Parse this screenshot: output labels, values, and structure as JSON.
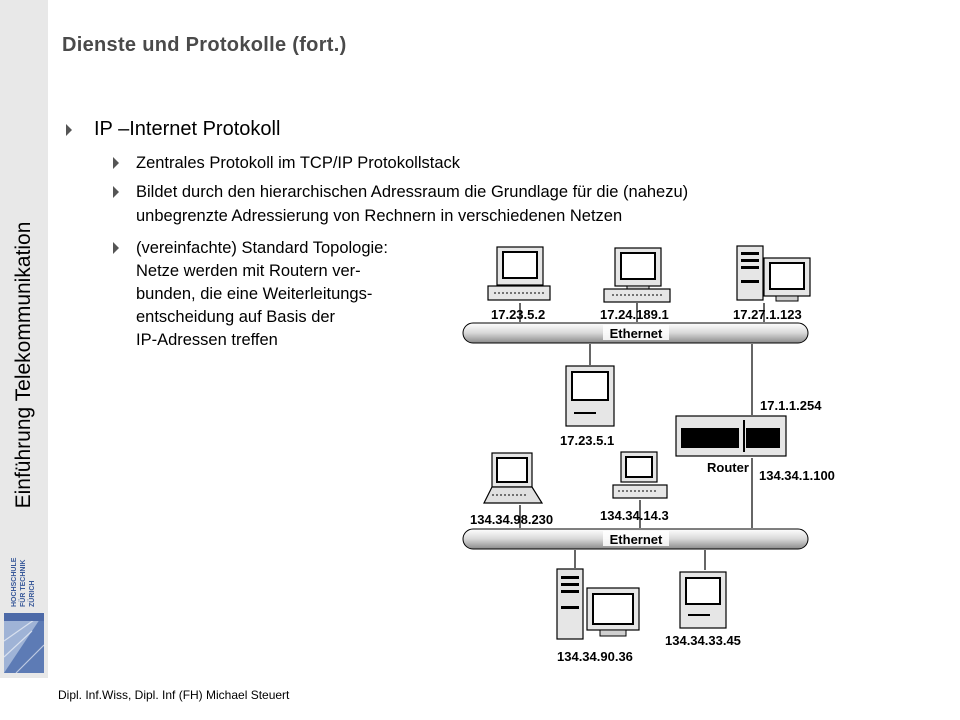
{
  "title": "Dienste und Protokolle (fort.)",
  "sidebar": {
    "vertical_text": "Einführung Telekommunikation",
    "logo_lines": [
      "HOCHSCHULE",
      "FÜR TECHNIK",
      "ZÜRICH"
    ]
  },
  "bullets": {
    "main": "IP –Internet Protokoll",
    "sub1": "Zentrales Protokoll im TCP/IP Protokollstack",
    "sub2_line1": "Bildet durch den hierarchischen Adressraum die Grundlage für die (nahezu)",
    "sub2_line2": "unbegrenzte Adressierung von Rechnern in verschiedenen Netzen",
    "sub3_lines": [
      "(vereinfachte) Standard Topologie:",
      "Netze werden mit Routern ver-",
      "bunden, die eine Weiterleitungs-",
      "entscheidung auf Basis der",
      "IP-Adressen treffen"
    ]
  },
  "diagram": {
    "ethernet_label": "Ethernet",
    "router_label": "Router",
    "hosts_top": [
      "17.23.5.2",
      "17.24.189.1",
      "17.27.1.123"
    ],
    "host_mid": "17.23.5.1",
    "router_ip_top": "17.1.1.254",
    "router_ip_bottom": "134.34.1.100",
    "hosts_lower": [
      "134.34.98.230",
      "134.34.14.3"
    ],
    "hosts_bottom": [
      "134.34.90.36",
      "134.34.33.45"
    ]
  },
  "footer": "Dipl. Inf.Wiss, Dipl. Inf (FH) Michael Steuert"
}
